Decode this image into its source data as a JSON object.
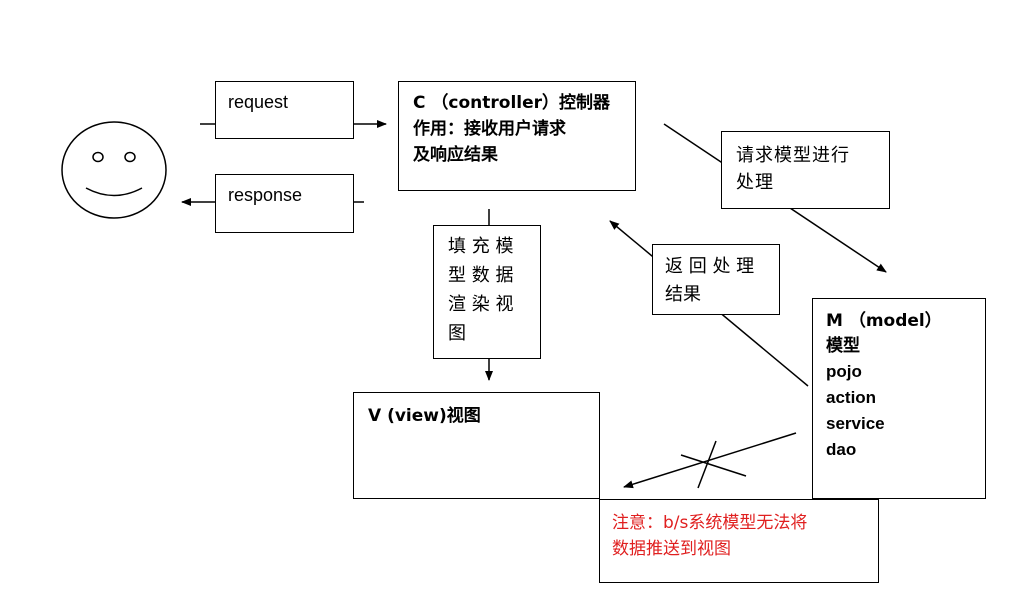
{
  "user": {
    "icon": "smiley-face-icon"
  },
  "request_box": {
    "label": "request"
  },
  "response_box": {
    "label": "response"
  },
  "controller": {
    "title": "C （controller）控制器",
    "line2": "作用：接收用户请求",
    "line3": "及响应结果"
  },
  "fill_model_note": {
    "text": "填 充 模\n型 数 据\n渲 染 视\n图"
  },
  "request_model_note": {
    "text": "请求模型进行\n处理"
  },
  "return_result_note": {
    "text": "返 回 处 理\n结果"
  },
  "view": {
    "title": "V (view)视图"
  },
  "model": {
    "title": "M （model）",
    "lines": [
      "模型",
      "pojo",
      "action",
      "service",
      "dao"
    ]
  },
  "warning": {
    "text": "注意：b/s系统模型无法将\n数据推送到视图",
    "color": "#e02020"
  }
}
